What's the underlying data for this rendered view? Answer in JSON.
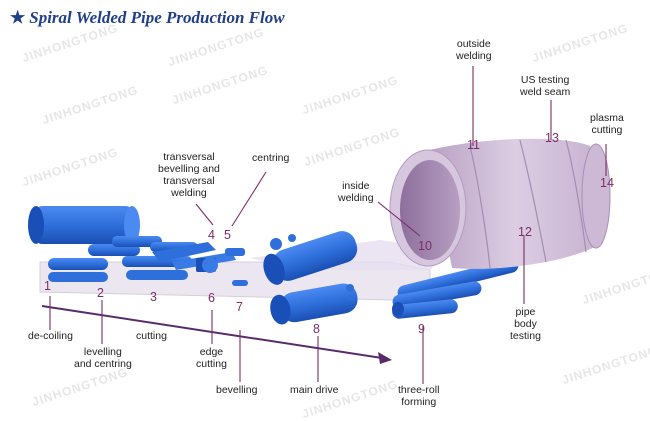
{
  "title": "Spiral Welded Pipe Production Flow",
  "watermark": "JINHONGTONG",
  "colors": {
    "roller": "#2f6fdb",
    "roller_dark": "#1b4fb8",
    "pipe": "#c9b5d2",
    "strip": "#eae3ee",
    "arrow": "#5a2a6a",
    "leader": "#7a2e6a"
  },
  "steps": [
    {
      "number": "1",
      "label": "de-coiling"
    },
    {
      "number": "2",
      "label": "levelling\nand centring"
    },
    {
      "number": "3",
      "label": "cutting"
    },
    {
      "number": "4",
      "label": "transversal\nbevelling and\ntransversal\nwelding"
    },
    {
      "number": "5",
      "label": "centring"
    },
    {
      "number": "6",
      "label": "edge\ncutting"
    },
    {
      "number": "7",
      "label": "bevelling"
    },
    {
      "number": "8",
      "label": "main drive"
    },
    {
      "number": "9",
      "label": "three-roll\nforming"
    },
    {
      "number": "10",
      "label": "inside\nwelding"
    },
    {
      "number": "11",
      "label": "outside\nwelding"
    },
    {
      "number": "12",
      "label": "pipe\nbody\ntesting"
    },
    {
      "number": "13",
      "label": "US testing\nweld seam"
    },
    {
      "number": "14",
      "label": "plasma\ncutting"
    }
  ]
}
